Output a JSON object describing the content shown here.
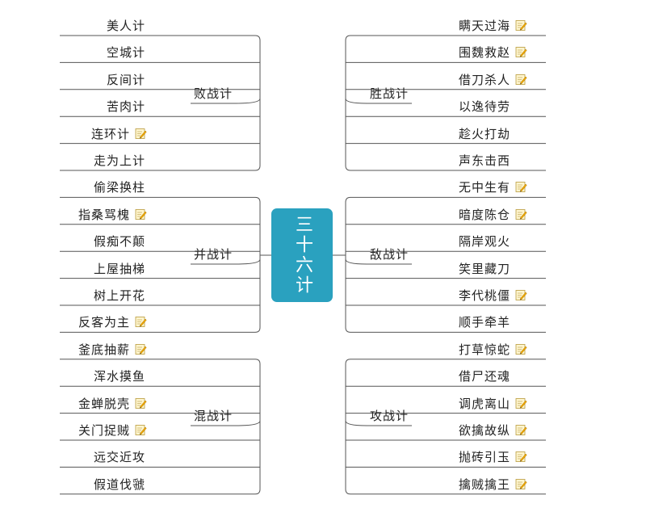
{
  "central": "三十六计",
  "branches": {
    "l1": "败战计",
    "l2": "并战计",
    "l3": "混战计",
    "r1": "胜战计",
    "r2": "敌战计",
    "r3": "攻战计"
  },
  "leaves": {
    "left": [
      {
        "label": "美人计",
        "note": false
      },
      {
        "label": "空城计",
        "note": false
      },
      {
        "label": "反间计",
        "note": false
      },
      {
        "label": "苦肉计",
        "note": false
      },
      {
        "label": "连环计",
        "note": true
      },
      {
        "label": "走为上计",
        "note": false
      },
      {
        "label": "偷梁换柱",
        "note": false
      },
      {
        "label": "指桑骂槐",
        "note": true
      },
      {
        "label": "假痴不颠",
        "note": false
      },
      {
        "label": "上屋抽梯",
        "note": false
      },
      {
        "label": "树上开花",
        "note": false
      },
      {
        "label": "反客为主",
        "note": true
      },
      {
        "label": "釜底抽薪",
        "note": true
      },
      {
        "label": "浑水摸鱼",
        "note": false
      },
      {
        "label": "金蝉脱壳",
        "note": true
      },
      {
        "label": "关门捉贼",
        "note": true
      },
      {
        "label": "远交近攻",
        "note": false
      },
      {
        "label": "假道伐虢",
        "note": false
      }
    ],
    "right": [
      {
        "label": "瞒天过海",
        "note": true
      },
      {
        "label": "围魏救赵",
        "note": true
      },
      {
        "label": "借刀杀人",
        "note": true
      },
      {
        "label": "以逸待劳",
        "note": false
      },
      {
        "label": "趁火打劫",
        "note": false
      },
      {
        "label": "声东击西",
        "note": false
      },
      {
        "label": "无中生有",
        "note": true
      },
      {
        "label": "暗度陈仓",
        "note": true
      },
      {
        "label": "隔岸观火",
        "note": false
      },
      {
        "label": "笑里藏刀",
        "note": false
      },
      {
        "label": "李代桃僵",
        "note": true
      },
      {
        "label": "顺手牵羊",
        "note": false
      },
      {
        "label": "打草惊蛇",
        "note": true
      },
      {
        "label": "借尸还魂",
        "note": false
      },
      {
        "label": "调虎离山",
        "note": true
      },
      {
        "label": "欲擒故纵",
        "note": true
      },
      {
        "label": "抛砖引玉",
        "note": true
      },
      {
        "label": "擒贼擒王",
        "note": true
      }
    ]
  },
  "note_icon": "note-icon",
  "colors": {
    "central": "#2aa1bf",
    "line": "#555555",
    "note_paper": "#fff6cf",
    "note_pencil": "#f2a900"
  }
}
